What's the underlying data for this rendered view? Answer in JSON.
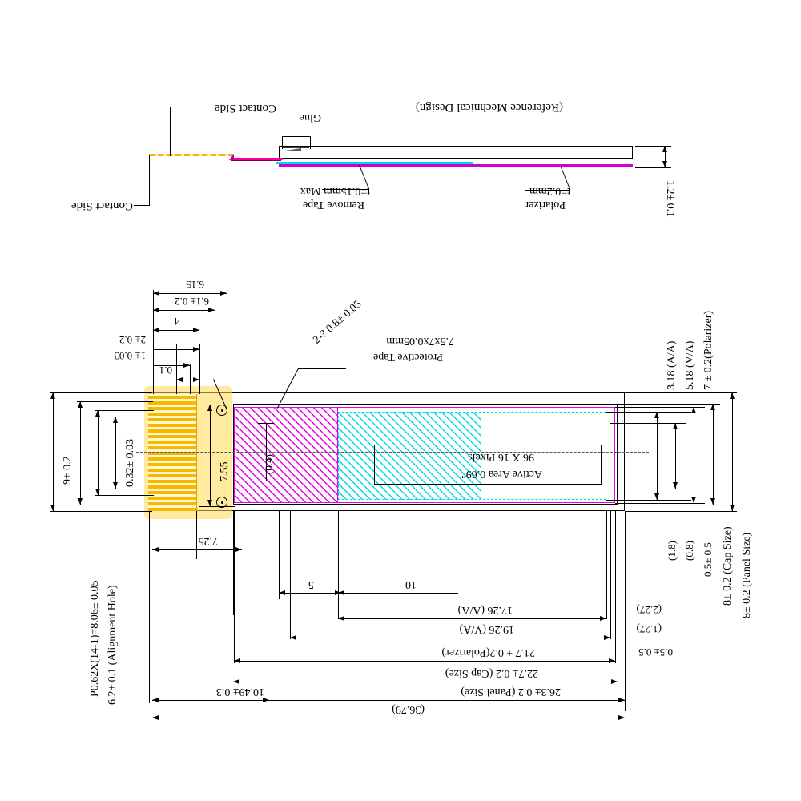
{
  "drawing": {
    "title_note": "(Reference Mechnical Design)",
    "side_view": {
      "labels": {
        "contact_side_upper": "Contact Side",
        "contact_side_lower": "Contact Side",
        "glue": "Glue",
        "remove_tape": "Remove Tape",
        "remove_tape_thickness": "t=0.15mm Max",
        "polarizer": "Polarizer",
        "polarizer_thickness": "t=0.2mm",
        "total_thickness": "1.2± 0.1"
      },
      "colors": {
        "polarizer": "#d000d0",
        "remove_tape": "#00d8e8",
        "fpc_gold": "#f5b400",
        "fpc_pink": "#ff00a0"
      }
    },
    "top_view": {
      "active_area": {
        "line1": "Active Area 0.69\"",
        "line2": "96 X 16 Pixels"
      },
      "callouts": {
        "alignment_hole": "2-? 0.8± 0.05",
        "protective_tape_line1": "Protective Tape",
        "protective_tape_line2": "7.5x7x0.05mm",
        "pitch_note": "P0.62X(14-1)=8.06± 0.05",
        "alignment_hole_dim": "6.2± 0.1 (Alignment Hole)",
        "inner_small": "(0.4)"
      },
      "dims_top_left": {
        "d_6_15": "6.15",
        "d_6_1": "6.1± 0.2",
        "d_4": "4",
        "d_2": "2± 0.2",
        "d_1": "1± 0.03",
        "d_01": "0.1"
      },
      "dims_left_vertical": {
        "d_9": "9± 0.2",
        "d_pitch": "P0.62X(14-1)=8.06± 0.05",
        "d_align": "6.2± 0.1 (Alignment Hole)",
        "d_032": "0.32± 0.03"
      },
      "dims_interior": {
        "d_755": "7.55",
        "d_725": "7.25",
        "d_5": "5",
        "d_10": "10"
      },
      "dims_bottom": {
        "d_17_26": "17.26 (A/A)",
        "d_19_26": "19.26 (V/A)",
        "d_21_7": "21.7 ± 0.2(Polarizer)",
        "d_22_7": "22.7± 0.2 (Cap Size)",
        "d_26_3": "26.3± 0.2 (Panel Size)",
        "d_36_79": "(36.79)",
        "d_10_49": "10.49± 0.3",
        "d_2_27": "(2.27)",
        "d_1_27": "(1.27)",
        "d_0_5": "0.5± 0.5"
      },
      "dims_right": {
        "d_3_18": "3.18 (A/A)",
        "d_5_18": "5.18 (V/A)",
        "d_7": "7 ± 0.2(Polarizer)",
        "d_1_8": "(1.8)",
        "d_0_8": "(0.8)",
        "d_0_5": "0.5± 0.5",
        "d_8_cap": "8± 0.2 (Cap Size)",
        "d_8_panel": "8± 0.2 (Panel Size)"
      }
    }
  }
}
